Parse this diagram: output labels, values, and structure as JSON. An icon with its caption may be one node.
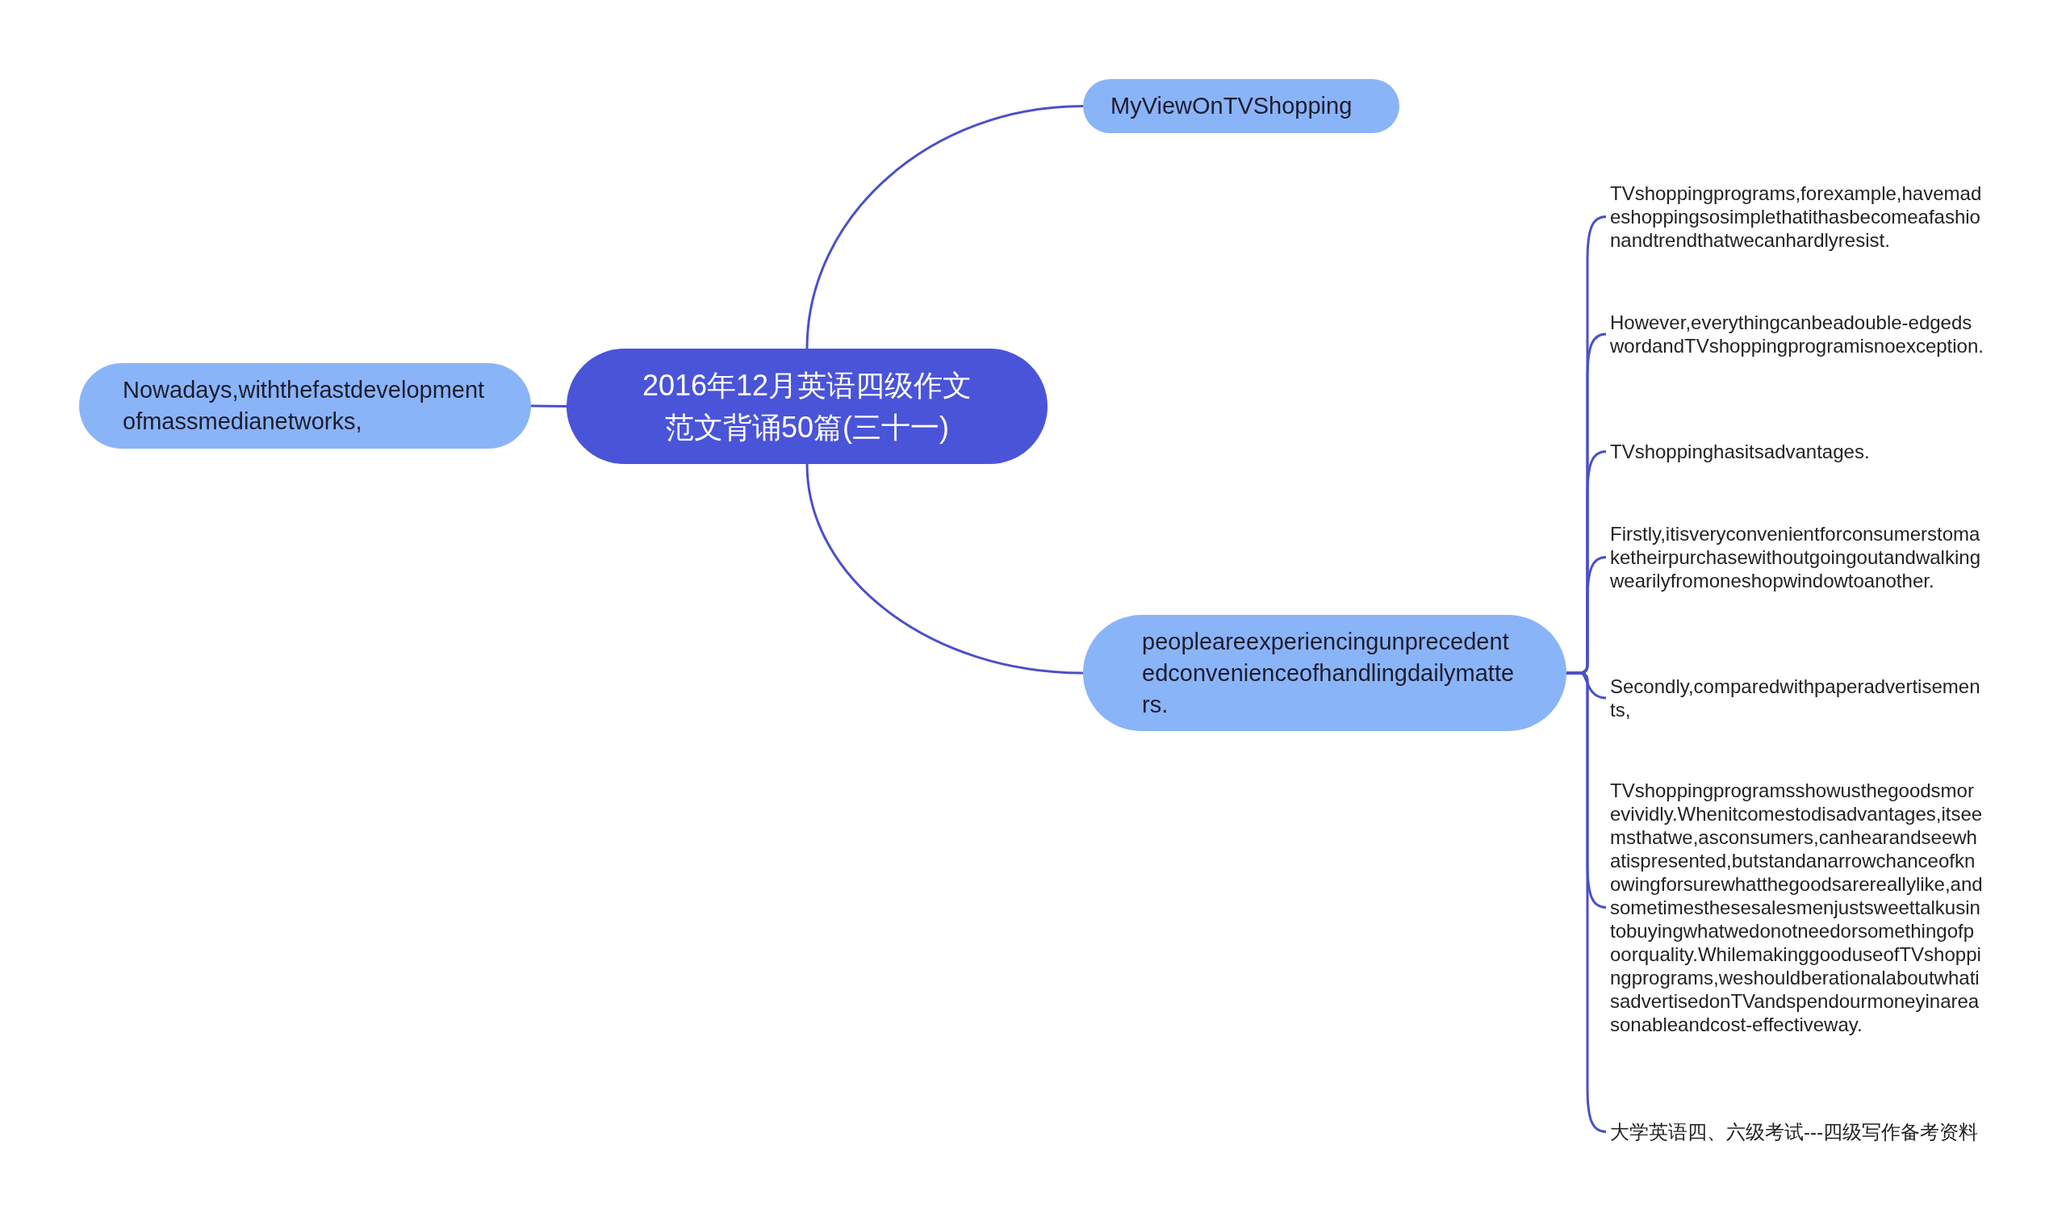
{
  "diagram": {
    "nodes": [
      {
        "text": [
          "2016年12月英语四级作文范文背诵50篇(三十一)"
        ]
      },
      {
        "text": [
          "MyViewOnTVShopping"
        ]
      },
      {
        "text": [
          "Nowadays,withthefastdevelopmentofmassmedianetworks,"
        ]
      },
      {
        "text": [
          "peopleareexperiencingunprecedentedconvenienceofhandlingdailymatters."
        ]
      },
      {
        "text": [
          "TVshoppingprograms,forexample,havemadeshoppingsosimplethatithasbecomeafashionandtrendthatwecanhardlyresist."
        ]
      },
      {
        "text": [
          "However,everythingcanbeadouble-edgedswordandTVshoppingprogramisnoexception."
        ]
      },
      {
        "text": [
          "TVshoppinghasitsadvantages."
        ]
      },
      {
        "text": [
          "Firstly,itisveryconvenientforconsumerstomaketheirpurchasewithoutgoingoutandwalkingwearilyfromoneshopwindowtoanother."
        ]
      },
      {
        "text": [
          "Secondly,comparedwithpaperadvertisements,"
        ]
      },
      {
        "text": [
          "TVshoppingprogramsshowusthegoodsmorevividly.Whenitcomestodisadvantages,itseemsthatwe,asconsumers,canhearandseewhatispresented,butstandanarrowchanceofknowingforsurewhatthegoodsarereallylike,andsometimesthesesalesmenjustsweettalkusintobuyingwhatwedonotneedorsomethingofpoorquality.WhilemakinggooduseofTVshoppingprograms,weshouldberationalaboutwhatisadvertisedonTVandspendourmoneyinareasonableandcost-effectiveway."
        ]
      },
      {
        "text": [
          "大学英语四、六级考试---四级写作备考资料"
        ]
      }
    ],
    "edges": [
      {
        "from": 0,
        "to": 1,
        "arrow": "none"
      },
      {
        "from": 0,
        "to": 2,
        "arrow": "none"
      },
      {
        "from": 0,
        "to": 3,
        "arrow": "none"
      },
      {
        "from": 3,
        "to": 4,
        "arrow": "none"
      },
      {
        "from": 3,
        "to": 5,
        "arrow": "none"
      },
      {
        "from": 3,
        "to": 6,
        "arrow": "none"
      },
      {
        "from": 3,
        "to": 7,
        "arrow": "none"
      },
      {
        "from": 3,
        "to": 8,
        "arrow": "none"
      },
      {
        "from": 3,
        "to": 9,
        "arrow": "none"
      },
      {
        "from": 3,
        "to": 10,
        "arrow": "none"
      }
    ]
  }
}
